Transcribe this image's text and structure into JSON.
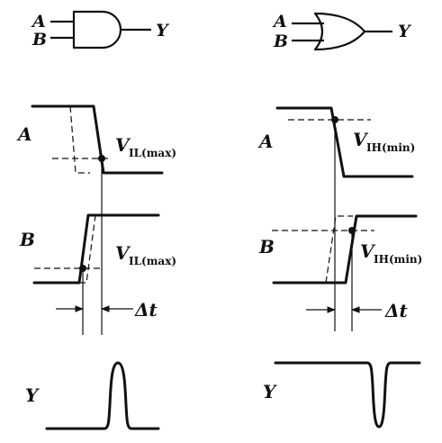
{
  "left_panel": {
    "gate": {
      "inputs": [
        "A",
        "B"
      ],
      "output": "Y",
      "type": "AND"
    },
    "waveforms": {
      "a_label": "A",
      "b_label": "B",
      "y_label": "Y"
    },
    "threshold_a": {
      "main": "V",
      "sub": "IL(max)"
    },
    "threshold_b": {
      "main": "V",
      "sub": "IL(max)"
    },
    "delta": "Δt"
  },
  "right_panel": {
    "gate": {
      "inputs": [
        "A",
        "B"
      ],
      "output": "Y",
      "type": "OR"
    },
    "waveforms": {
      "a_label": "A",
      "b_label": "B",
      "y_label": "Y"
    },
    "threshold_a": {
      "main": "V",
      "sub": "IH(min)"
    },
    "threshold_b": {
      "main": "V",
      "sub": "IH(min)"
    },
    "delta": "Δt"
  },
  "colors": {
    "ink": "#111111",
    "background": "#ffffff"
  }
}
